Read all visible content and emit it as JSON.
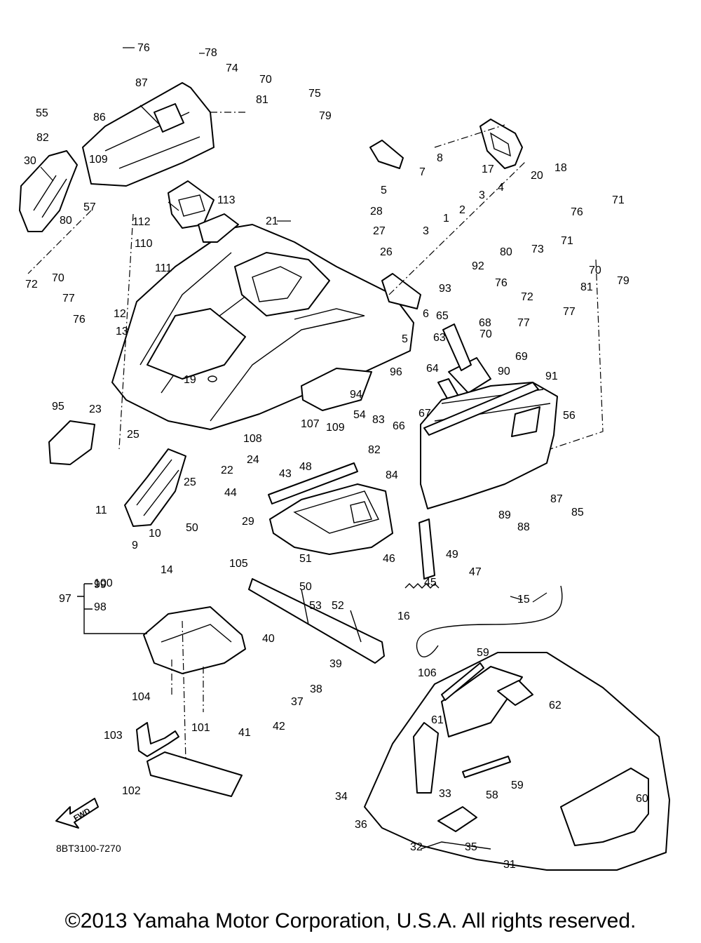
{
  "diagram": {
    "part_labels": [
      "1",
      "2",
      "3",
      "3",
      "4",
      "5",
      "5",
      "6",
      "7",
      "8",
      "9",
      "10",
      "11",
      "12",
      "13",
      "14",
      "15",
      "16",
      "17",
      "18",
      "19",
      "20",
      "21",
      "22",
      "23",
      "24",
      "25",
      "25",
      "26",
      "27",
      "28",
      "29",
      "30",
      "31",
      "32",
      "33",
      "34",
      "35",
      "36",
      "37",
      "38",
      "39",
      "40",
      "41",
      "42",
      "43",
      "44",
      "45",
      "46",
      "47",
      "48",
      "49",
      "50",
      "50",
      "51",
      "52",
      "53",
      "54",
      "55",
      "56",
      "57",
      "58",
      "59",
      "59",
      "60",
      "61",
      "62",
      "63",
      "64",
      "65",
      "66",
      "67",
      "68",
      "69",
      "70",
      "70",
      "70",
      "70",
      "71",
      "71",
      "72",
      "72",
      "73",
      "74",
      "75",
      "76",
      "76",
      "76",
      "76",
      "77",
      "77",
      "77",
      "78",
      "79",
      "79",
      "80",
      "80",
      "81",
      "81",
      "82",
      "82",
      "83",
      "84",
      "85",
      "86",
      "87",
      "87",
      "88",
      "89",
      "90",
      "91",
      "92",
      "93",
      "94",
      "95",
      "96",
      "97",
      "98",
      "99",
      "100",
      "101",
      "102",
      "103",
      "104",
      "105",
      "106",
      "107",
      "108",
      "109",
      "109",
      "110",
      "111",
      "112",
      "113"
    ],
    "diagram_code": "8BT3100-7270",
    "fwd_label": "FWD"
  },
  "footer": {
    "copyright": "©2013 Yamaha Motor Corporation, U.S.A. All rights reserved."
  }
}
